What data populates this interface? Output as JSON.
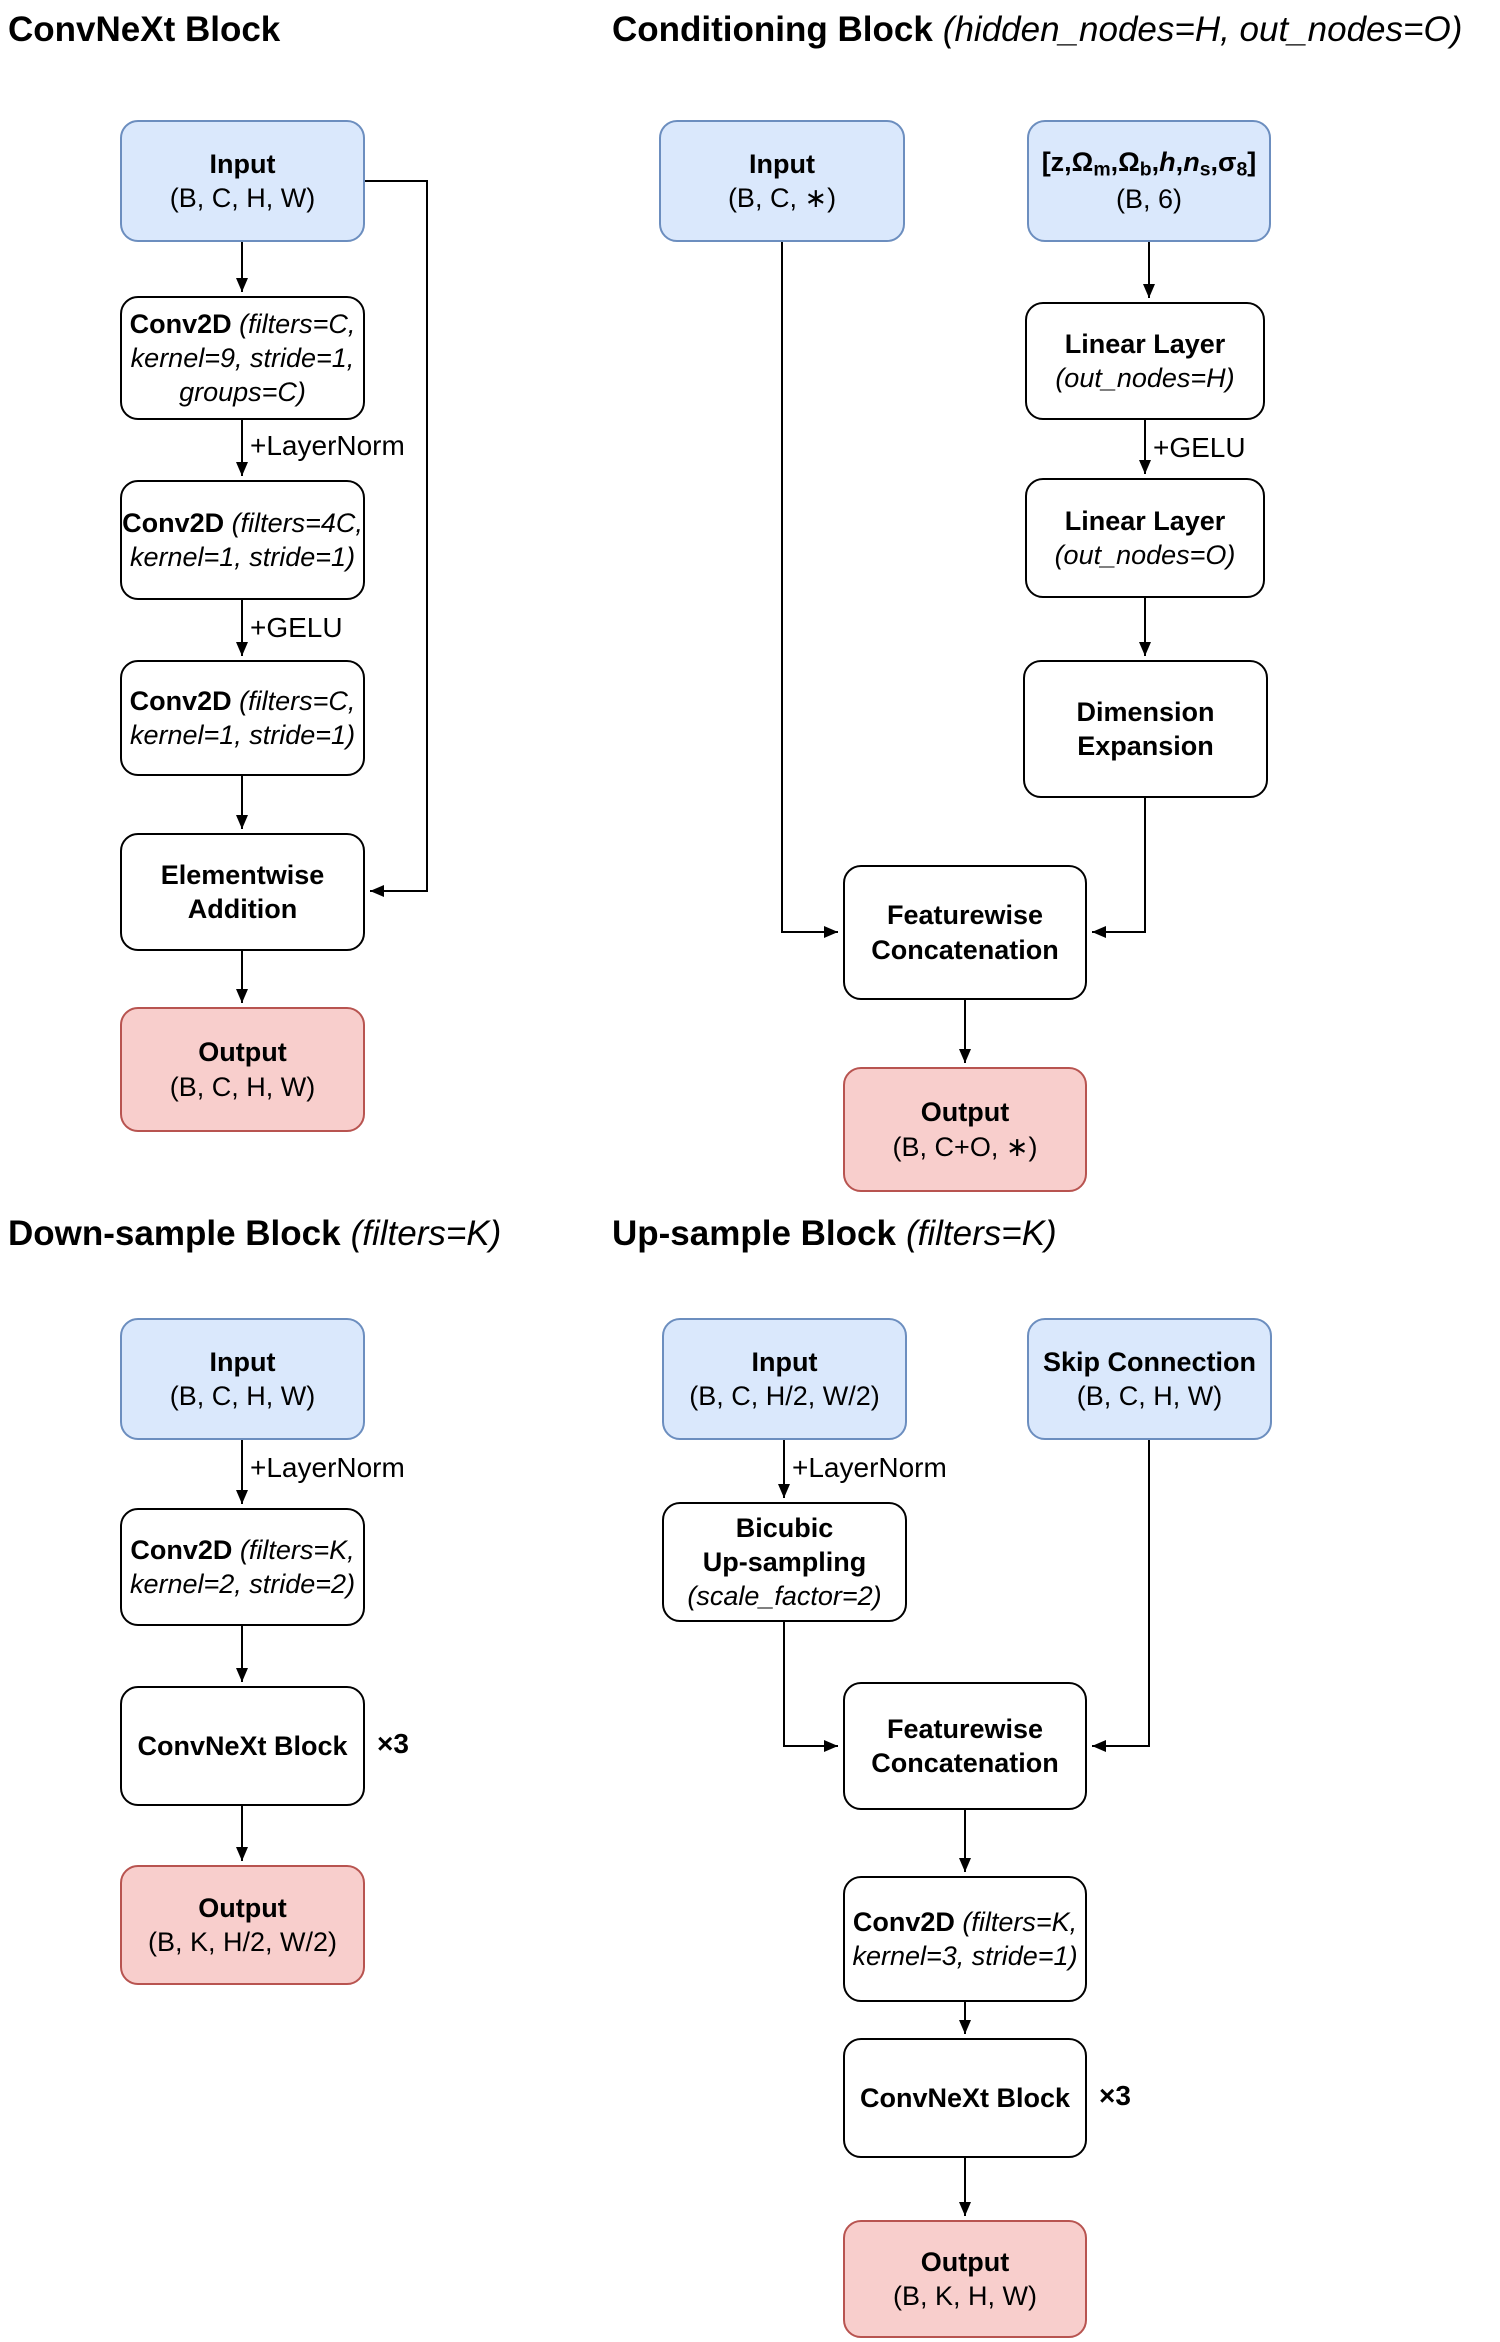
{
  "colors": {
    "blue_fill": "#dae8fc",
    "blue_border": "#6c8ebf",
    "pink_fill": "#f8cecc",
    "pink_border": "#b85450",
    "line": "#000000"
  },
  "convnext": {
    "title": "ConvNeXt Block",
    "input": {
      "label": "Input",
      "dims": "(B, C, H, W)"
    },
    "conv1": {
      "name": "Conv2D",
      "params_l1": " (filters=C,",
      "params_l2": "kernel=9, stride=1,",
      "params_l3": "groups=C)"
    },
    "edge1": "+LayerNorm",
    "conv2": {
      "name": "Conv2D",
      "params_l1": " (filters=4C,",
      "params_l2": "kernel=1, stride=1)"
    },
    "edge2": "+GELU",
    "conv3": {
      "name": "Conv2D",
      "params_l1": " (filters=C,",
      "params_l2": "kernel=1, stride=1)"
    },
    "add": {
      "l1": "Elementwise",
      "l2": "Addition"
    },
    "output": {
      "label": "Output",
      "dims": "(B, C, H, W)"
    }
  },
  "cond": {
    "title_bold": "Conditioning Block",
    "title_italic": "(hidden_nodes=H, out_nodes=O)",
    "input": {
      "label": "Input",
      "dims": "(B, C, ∗)"
    },
    "cosmo": {
      "p1": "[z,Ω",
      "s1": "m",
      "p2": ",Ω",
      "s2": "b",
      "p3": ",",
      "i1": "h",
      "p4": ",",
      "i2": "n",
      "s3": "s",
      "p5": ",σ",
      "s4": "8",
      "p6": "]",
      "dims": "(B, 6)"
    },
    "linear1": {
      "name": "Linear Layer",
      "params": "(out_nodes=H)"
    },
    "edge1": "+GELU",
    "linear2": {
      "name": "Linear Layer",
      "params": "(out_nodes=O)"
    },
    "dimexp": {
      "l1": "Dimension",
      "l2": "Expansion"
    },
    "concat": {
      "l1": "Featurewise",
      "l2": "Concatenation"
    },
    "output": {
      "label": "Output",
      "dims": "(B, C+O, ∗)"
    }
  },
  "down": {
    "title_bold": "Down-sample Block",
    "title_italic": "(filters=K)",
    "input": {
      "label": "Input",
      "dims": "(B, C, H, W)"
    },
    "edge1": "+LayerNorm",
    "conv": {
      "name": "Conv2D",
      "params_l1": " (filters=K,",
      "params_l2": "kernel=2, stride=2)"
    },
    "block": {
      "label": "ConvNeXt Block"
    },
    "times": "×3",
    "output": {
      "label": "Output",
      "dims": "(B, K, H/2, W/2)"
    }
  },
  "up": {
    "title_bold": "Up-sample Block",
    "title_italic": "(filters=K)",
    "input": {
      "label": "Input",
      "dims": "(B, C, H/2, W/2)"
    },
    "skip": {
      "label": "Skip Connection",
      "dims": "(B, C, H, W)"
    },
    "edge1": "+LayerNorm",
    "bicubic": {
      "l1": "Bicubic",
      "l2": "Up-sampling",
      "params": "(scale_factor=2)"
    },
    "concat": {
      "l1": "Featurewise",
      "l2": "Concatenation"
    },
    "conv": {
      "name": "Conv2D",
      "params_l1": " (filters=K,",
      "params_l2": "kernel=3, stride=1)"
    },
    "block": {
      "label": "ConvNeXt Block"
    },
    "times": "×3",
    "output": {
      "label": "Output",
      "dims": "(B, K, H, W)"
    }
  }
}
